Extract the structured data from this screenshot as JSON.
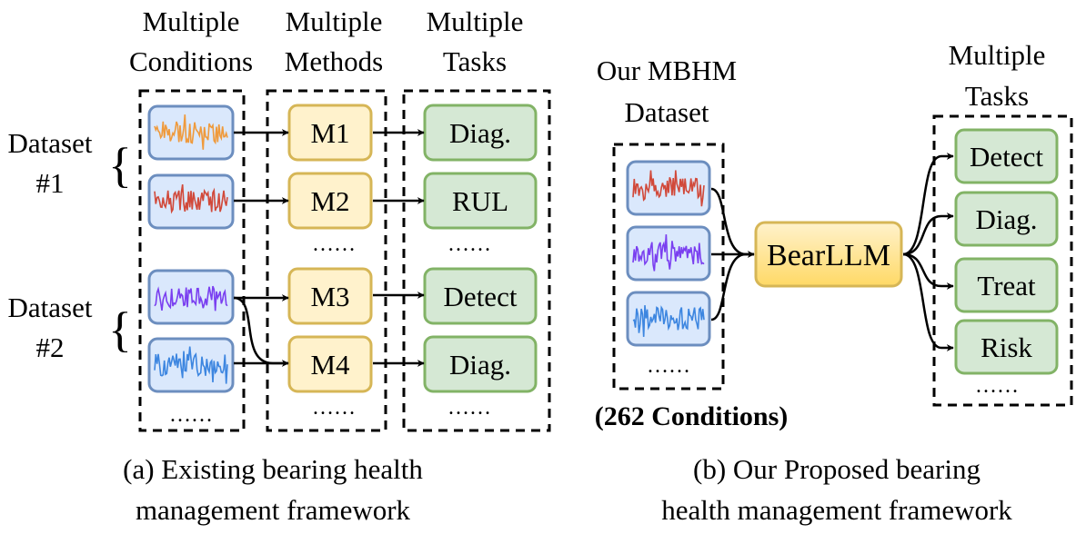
{
  "panel_a": {
    "headers": {
      "conditions": [
        "Multiple",
        "Conditions"
      ],
      "methods": [
        "Multiple",
        "Methods"
      ],
      "tasks": [
        "Multiple",
        "Tasks"
      ]
    },
    "datasets": [
      {
        "label": [
          "Dataset",
          "#1"
        ]
      },
      {
        "label": [
          "Dataset",
          "#2"
        ]
      }
    ],
    "signals": [
      {
        "name": "signal-orange",
        "color": "#ef9a3c"
      },
      {
        "name": "signal-red",
        "color": "#d1493a"
      },
      {
        "name": "signal-purple",
        "color": "#7a3ff0"
      },
      {
        "name": "signal-blue",
        "color": "#3d86e0"
      }
    ],
    "methods": [
      "M1",
      "M2",
      "M3",
      "M4"
    ],
    "tasks": [
      "Diag.",
      "RUL",
      "Detect",
      "Diag."
    ],
    "ellipsis": "……",
    "caption": [
      "(a) Existing bearing health",
      "management framework"
    ]
  },
  "panel_b": {
    "dataset_title": [
      "Our MBHM",
      "Dataset"
    ],
    "signals": [
      {
        "name": "signal-red",
        "color": "#d1493a"
      },
      {
        "name": "signal-purple",
        "color": "#7a3ff0"
      },
      {
        "name": "signal-blue",
        "color": "#3d86e0"
      }
    ],
    "conditions_note": "(262 Conditions)",
    "model": "BearLLM",
    "tasks_header": [
      "Multiple",
      "Tasks"
    ],
    "tasks": [
      "Detect",
      "Diag.",
      "Treat",
      "Risk"
    ],
    "ellipsis": "……",
    "caption": [
      "(b) Our Proposed bearing",
      "health management framework"
    ]
  },
  "colors": {
    "signal_box_fill": "#dae8fc",
    "signal_box_stroke": "#6c8ebf",
    "method_fill": "#fff2cc",
    "method_stroke": "#d6b656",
    "task_fill": "#d5e8d4",
    "task_stroke": "#82b366",
    "llm_fill_top": "#fff2cc",
    "llm_fill_bottom": "#ffd966",
    "llm_stroke": "#d6b656"
  }
}
